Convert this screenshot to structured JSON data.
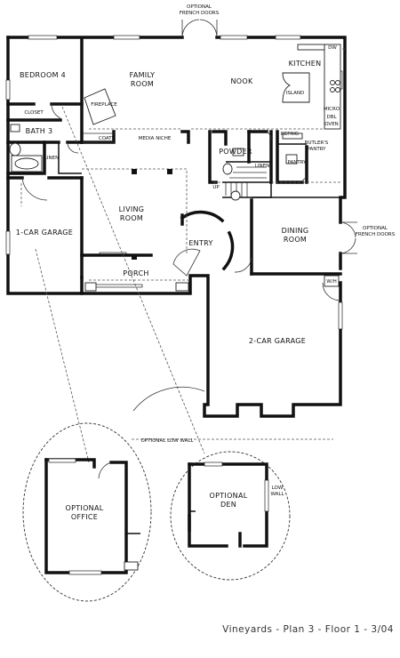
{
  "rooms": {
    "bedroom4": "BEDROOM 4",
    "family_room_l1": "FAMILY",
    "family_room_l2": "ROOM",
    "nook": "NOOK",
    "kitchen": "KITCHEN",
    "island": "ISLAND",
    "closet": "CLOSET",
    "fireplace": "FIREPLACE",
    "bath3": "BATH 3",
    "coats": "COATS",
    "media_niche": "MEDIA NICHE",
    "powder": "POWDER",
    "refrig": "REFRIG",
    "dw": "DW",
    "micro": "MICRO",
    "dbl": "DBL",
    "oven": "OVEN",
    "butlers_l1": "BUTLER'S",
    "butlers_l2": "PANTRY",
    "pantry": "PANTRY",
    "linen_bath": "LINEN",
    "linen_hall": "LINEN",
    "up": "UP",
    "one_car_garage": "1-CAR GARAGE",
    "living_l1": "LIVING",
    "living_l2": "ROOM",
    "entry": "ENTRY",
    "dining_l1": "DINING",
    "dining_l2": "ROOM",
    "porch": "PORCH",
    "wh": "W/H",
    "two_car_garage": "2-CAR GARAGE",
    "optional_office_l1": "OPTIONAL",
    "optional_office_l2": "OFFICE",
    "optional_den_l1": "OPTIONAL",
    "optional_den_l2": "DEN",
    "low_wall_l1": "LOW",
    "low_wall_l2": "WALL"
  },
  "notes": {
    "french_top_l1": "OPTIONAL",
    "french_top_l2": "FRENCH DOORS",
    "french_right_l1": "OPTIONAL",
    "french_right_l2": "FRENCH DOORS",
    "low_wall": "OPTIONAL LOW WALL"
  },
  "caption": "Vineyards - Plan 3 - Floor 1 - 3/04"
}
